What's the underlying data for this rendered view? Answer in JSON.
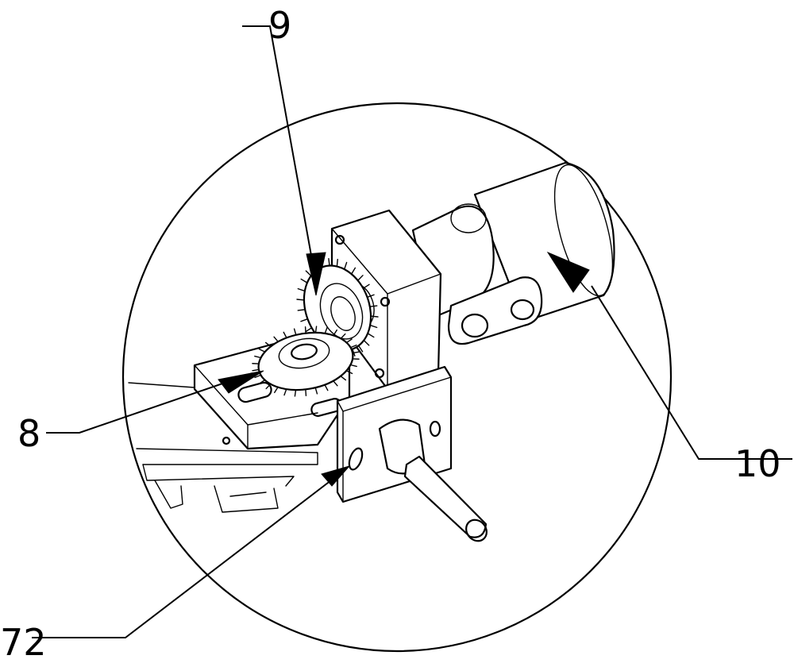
{
  "labels": {
    "part_9": "9",
    "part_8": "8",
    "part_10": "10",
    "part_72": "72"
  }
}
